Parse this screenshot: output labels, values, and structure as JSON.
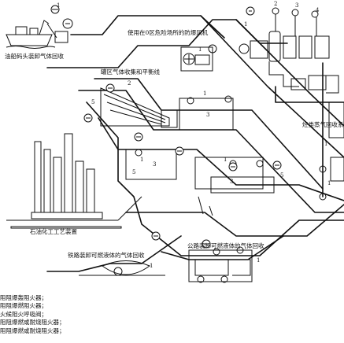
{
  "labels": {
    "tanker_dock": "油船码头装卸气体回收",
    "explosion_fan": "使用在0区危险场所的防爆风机",
    "tank_area": "罐区气体收集和平衡线",
    "hydrocarbon_recovery": "烃类蒸气回收系",
    "petrochem": "石油化工工艺装置",
    "road_loading": "公路装卸可燃液体的气体回收",
    "rail_loading": "铁路装卸可燃液体的气体回收"
  },
  "numbers": {
    "n_tanker_1": "1",
    "n_top_1": "1",
    "n_top_2": "2",
    "n_top_3": "3",
    "n_top_4": "4",
    "n_fan_1": "1",
    "n_tank_5": "5",
    "n_tank_2": "2",
    "n_tank_1a": "1",
    "n_tank_3a": "3",
    "n_mid_1": "1",
    "n_mid_3": "3",
    "n_left_5": "5",
    "n_right_1": "1",
    "n_right_1b": "1",
    "n_road_1": "1",
    "n_rail_1": "1",
    "n_mid_1b": "1",
    "n_mid_5": "5",
    "n_lower_3": "3"
  },
  "legend": [
    "阻阻爆轰阻火器；",
    "阻阻爆燃阻火器；",
    "火候阻火呼吸阀；",
    "阻阻爆燃或耐烧阻火器；",
    "阻阻爆燃或耐烧阻火器；"
  ]
}
